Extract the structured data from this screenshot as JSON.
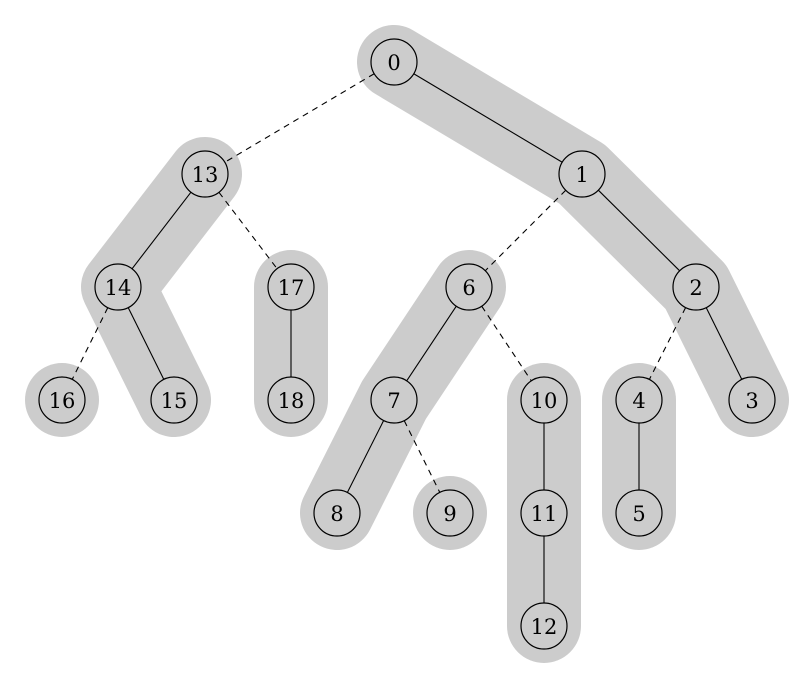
{
  "nodes": [
    {
      "id": "0",
      "label": "0"
    },
    {
      "id": "1",
      "label": "1"
    },
    {
      "id": "2",
      "label": "2"
    },
    {
      "id": "3",
      "label": "3"
    },
    {
      "id": "4",
      "label": "4"
    },
    {
      "id": "5",
      "label": "5"
    },
    {
      "id": "6",
      "label": "6"
    },
    {
      "id": "7",
      "label": "7"
    },
    {
      "id": "8",
      "label": "8"
    },
    {
      "id": "9",
      "label": "9"
    },
    {
      "id": "10",
      "label": "10"
    },
    {
      "id": "11",
      "label": "11"
    },
    {
      "id": "12",
      "label": "12"
    },
    {
      "id": "13",
      "label": "13"
    },
    {
      "id": "14",
      "label": "14"
    },
    {
      "id": "15",
      "label": "15"
    },
    {
      "id": "16",
      "label": "16"
    },
    {
      "id": "17",
      "label": "17"
    },
    {
      "id": "18",
      "label": "18"
    }
  ],
  "edges": [
    {
      "from": "0",
      "to": "13",
      "style": "dashed"
    },
    {
      "from": "0",
      "to": "1",
      "style": "solid"
    },
    {
      "from": "13",
      "to": "14",
      "style": "solid"
    },
    {
      "from": "13",
      "to": "17",
      "style": "dashed"
    },
    {
      "from": "14",
      "to": "16",
      "style": "dashed"
    },
    {
      "from": "14",
      "to": "15",
      "style": "solid"
    },
    {
      "from": "17",
      "to": "18",
      "style": "solid"
    },
    {
      "from": "1",
      "to": "6",
      "style": "dashed"
    },
    {
      "from": "1",
      "to": "2",
      "style": "solid"
    },
    {
      "from": "6",
      "to": "7",
      "style": "solid"
    },
    {
      "from": "6",
      "to": "10",
      "style": "dashed"
    },
    {
      "from": "7",
      "to": "8",
      "style": "solid"
    },
    {
      "from": "7",
      "to": "9",
      "style": "dashed"
    },
    {
      "from": "10",
      "to": "11",
      "style": "solid"
    },
    {
      "from": "11",
      "to": "12",
      "style": "solid"
    },
    {
      "from": "2",
      "to": "4",
      "style": "dashed"
    },
    {
      "from": "2",
      "to": "3",
      "style": "solid"
    },
    {
      "from": "4",
      "to": "5",
      "style": "solid"
    }
  ],
  "heavy_paths": [
    [
      "0",
      "1",
      "2",
      "3"
    ],
    [
      "13",
      "14",
      "15"
    ],
    [
      "17",
      "18"
    ],
    [
      "6",
      "7",
      "8"
    ],
    [
      "10",
      "11",
      "12"
    ],
    [
      "4",
      "5"
    ],
    [
      "16"
    ],
    [
      "9"
    ]
  ],
  "colors": {
    "band": "#cccccc",
    "edge": "#000000",
    "node_stroke": "#000000",
    "background": "#ffffff"
  }
}
